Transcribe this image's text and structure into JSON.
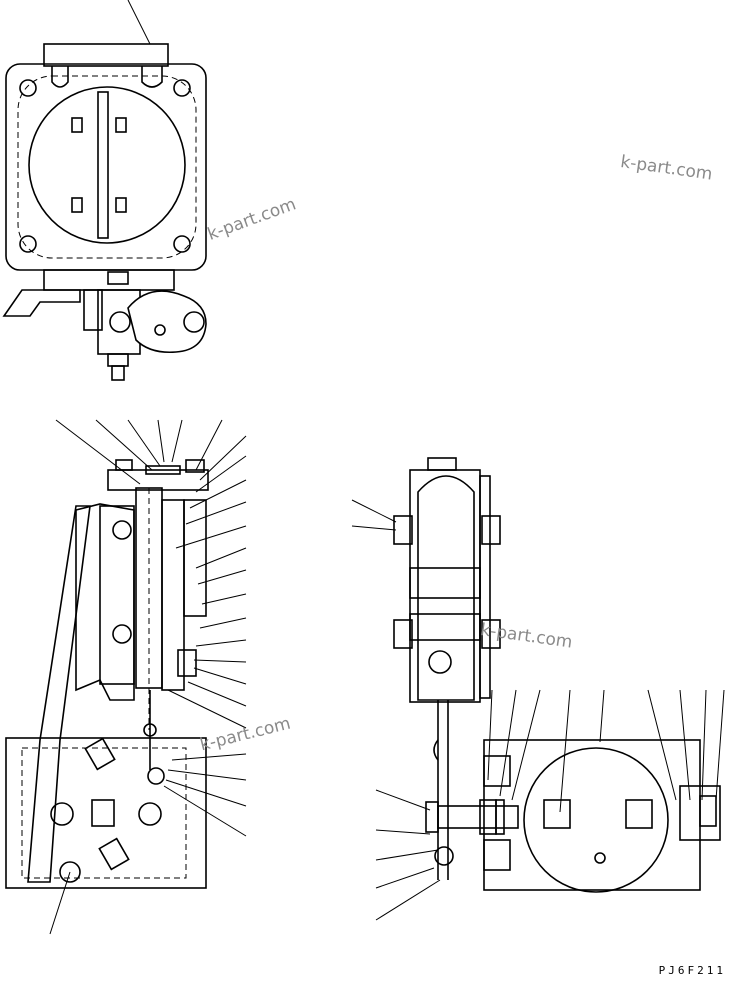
{
  "watermarks": [
    "k-part.com",
    "k-part.com",
    "k-part.com",
    "k-part.com"
  ],
  "drawing_code": "PJ6F211",
  "views": [
    "front-view",
    "side-section-view",
    "rear-view"
  ]
}
